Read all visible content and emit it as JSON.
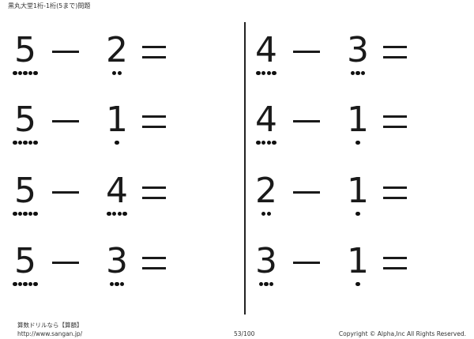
{
  "header": "黒丸大堂1桁-1桁(5まで)問題",
  "operators": {
    "minus": "−",
    "equals": "="
  },
  "problems": [
    {
      "a": 5,
      "b": 2
    },
    {
      "a": 5,
      "b": 1
    },
    {
      "a": 5,
      "b": 4
    },
    {
      "a": 5,
      "b": 3
    },
    {
      "a": 4,
      "b": 3
    },
    {
      "a": 4,
      "b": 1
    },
    {
      "a": 2,
      "b": 1
    },
    {
      "a": 3,
      "b": 1
    }
  ],
  "footer": {
    "brand": "算数ドリルなら【算額】",
    "url": "http://www.sangan.jp/",
    "page": "53/100",
    "copyright": "Copyright © Alpha,Inc All Rights Reserved."
  }
}
